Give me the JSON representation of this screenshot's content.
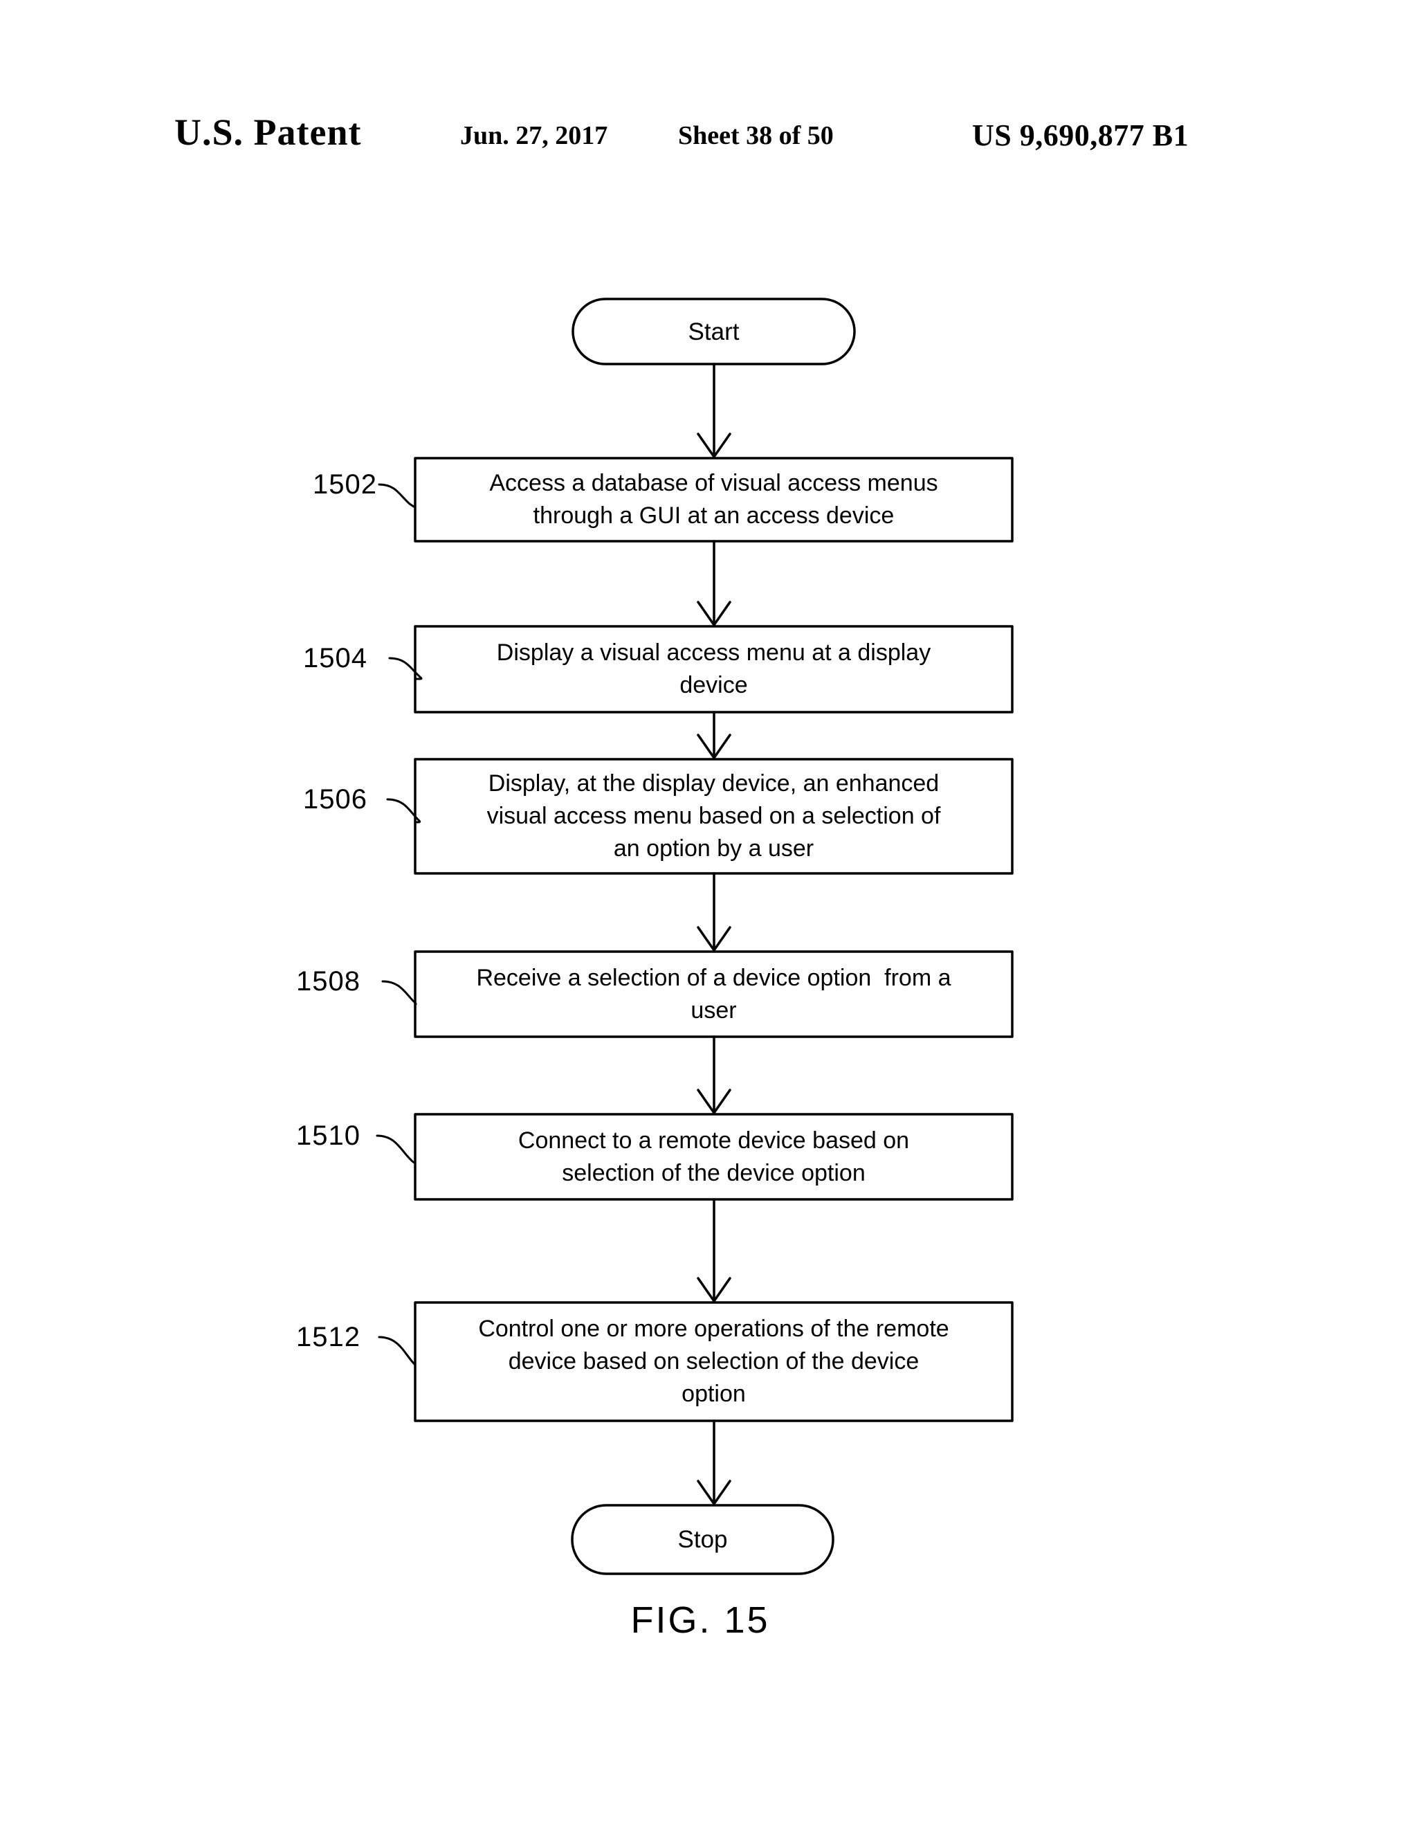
{
  "header": {
    "title": "U.S. Patent",
    "date": "Jun. 27, 2017",
    "sheet": "Sheet 38 of 50",
    "patent_number": "US 9,690,877 B1"
  },
  "figure": {
    "caption": "FIG. 15",
    "start_label": "Start",
    "stop_label": "Stop",
    "steps": [
      {
        "ref": "1502",
        "text": "Access a database of visual access menus\nthrough a GUI at an access device"
      },
      {
        "ref": "1504",
        "text": "Display a visual access menu at a display\ndevice"
      },
      {
        "ref": "1506",
        "text": "Display, at the display device, an enhanced\nvisual access menu based on a selection of\nan option by a user"
      },
      {
        "ref": "1508",
        "text": "Receive a selection of a device option  from a\nuser"
      },
      {
        "ref": "1510",
        "text": "Connect to a remote device based on\nselection of the device option"
      },
      {
        "ref": "1512",
        "text": "Control one or more operations of the remote\ndevice based on selection of the device\noption"
      }
    ]
  },
  "colors": {
    "ink": "#000000",
    "page": "#ffffff"
  }
}
